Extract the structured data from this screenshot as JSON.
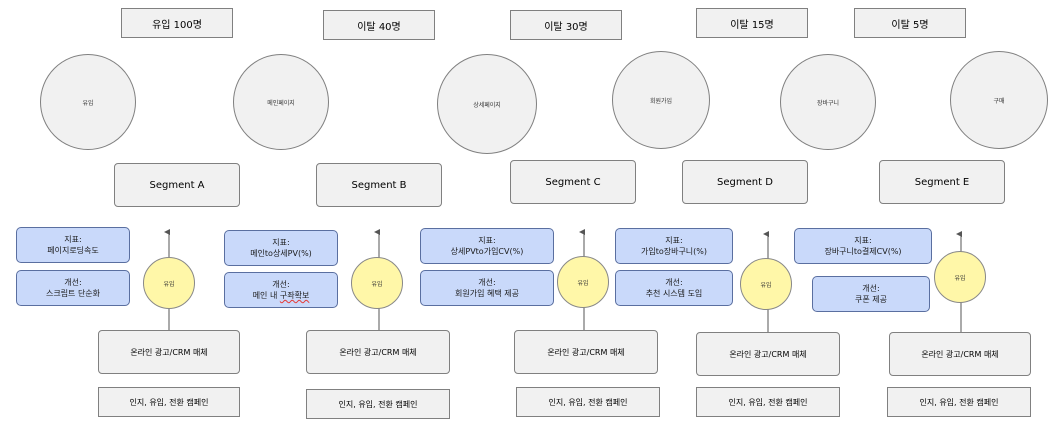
{
  "top_labels": [
    "유입 100명",
    "이탈 40명",
    "이탈 30명",
    "이탈 15명",
    "이탈 5명"
  ],
  "stages": [
    "유입",
    "메인페이지",
    "상세페이지",
    "회원가입",
    "장바구니",
    "구매"
  ],
  "segments": [
    "Segment A",
    "Segment B",
    "Segment C",
    "Segment D",
    "Segment E"
  ],
  "metrics": [
    {
      "title": "지표:",
      "value": "페이지로딩속도"
    },
    {
      "title": "지표:",
      "value": "메인to상세PV(%)"
    },
    {
      "title": "지표:",
      "value": "상세PVto가입CV(%)"
    },
    {
      "title": "지표:",
      "value": "가입to장바구니(%)"
    },
    {
      "title": "지표:",
      "value": "장바구니to결제CV(%)"
    }
  ],
  "improvements": [
    {
      "title": "개선:",
      "prefix": "스크립트 단순화",
      "suffix": ""
    },
    {
      "title": "개선:",
      "prefix": "메인 내 ",
      "suffix": "구좌확보"
    },
    {
      "title": "개선:",
      "prefix": "회원가입 혜택 제공",
      "suffix": ""
    },
    {
      "title": "개선:",
      "prefix": "추천 시스템 도입",
      "suffix": ""
    },
    {
      "title": "개선:",
      "prefix": "쿠폰 제공",
      "suffix": ""
    }
  ],
  "inflow_label": "유입",
  "media_label": "온라인 광고/CRM 매체",
  "campaign_label": "인지, 유입, 전환 캠페인"
}
